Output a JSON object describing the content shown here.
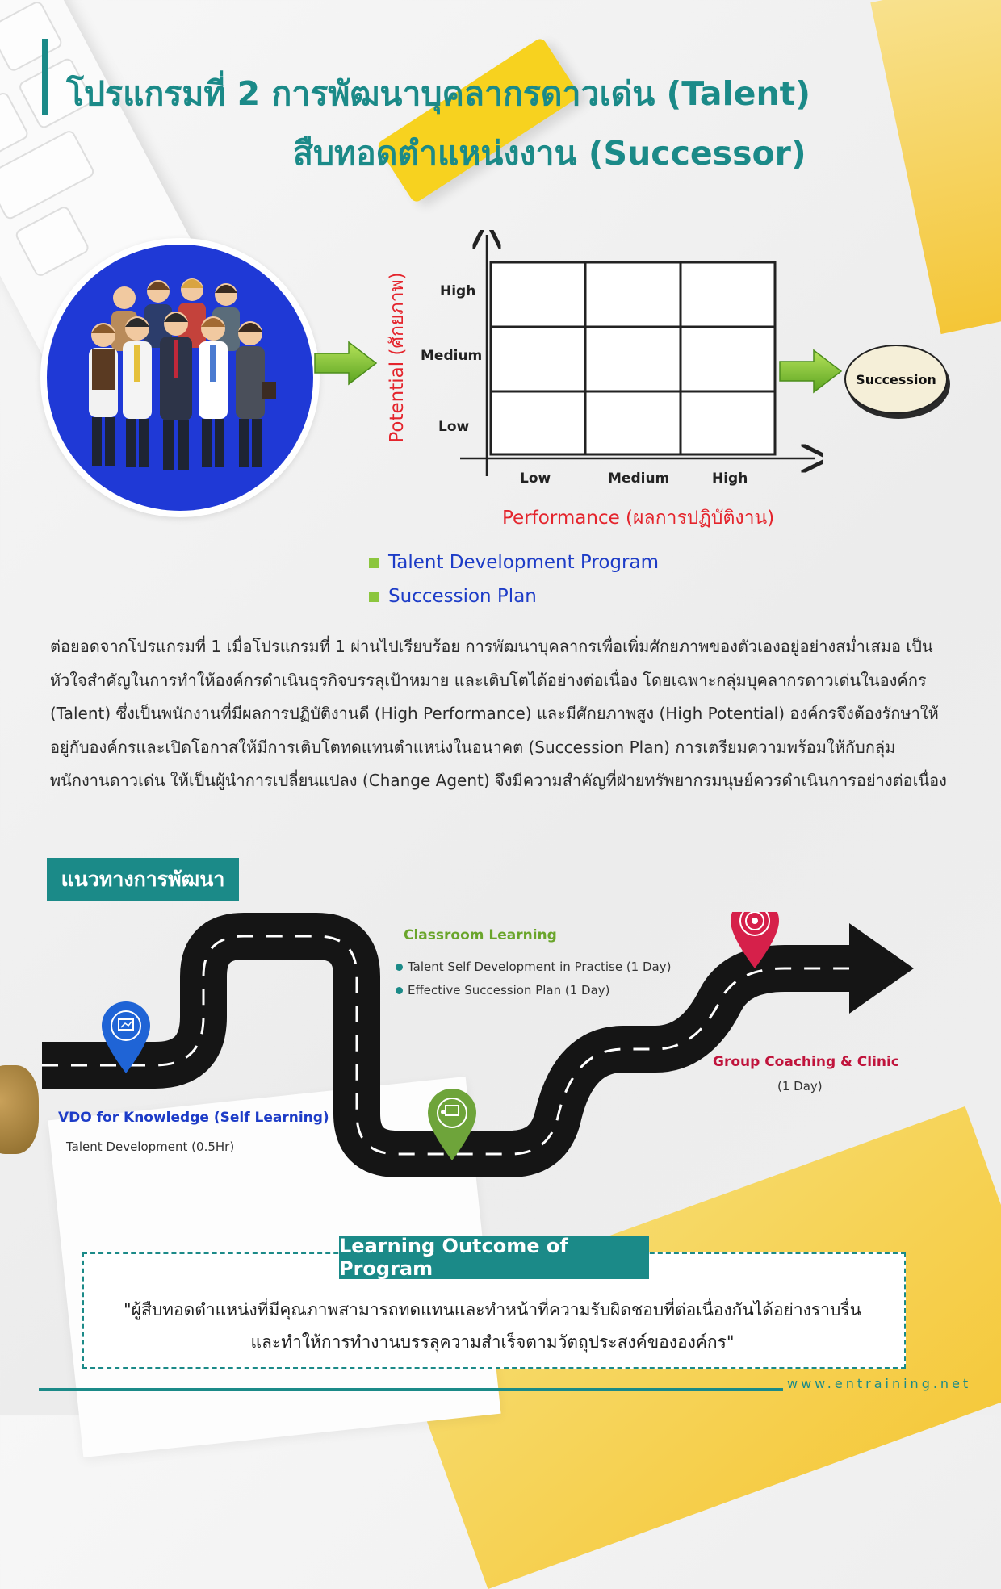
{
  "title": {
    "line1": "โปรแกรมที่ 2 การพัฒนาบุคลากรดาวเด่น (Talent)",
    "line2": "สืบทอดตำแหน่งงาน (Successor)"
  },
  "matrix": {
    "y_axis_label": "Potential (ศักยภาพ)",
    "x_axis_label": "Performance (ผลการปฏิบัติงาน)",
    "y_levels": [
      "High",
      "Medium",
      "Low"
    ],
    "x_levels": [
      "Low",
      "Medium",
      "High"
    ],
    "result_label": "Succession"
  },
  "programs": [
    "Talent Development Program",
    "Succession Plan"
  ],
  "intro_text": "ต่อยอดจากโปรแกรมที่ 1 เมื่อโปรแกรมที่ 1 ผ่านไปเรียบร้อย การพัฒนาบุคลากรเพื่อเพิ่มศักยภาพของตัวเองอยู่อย่างสม่ำเสมอ เป็นหัวใจสำคัญในการทำให้องค์กรดำเนินธุรกิจบรรลุเป้าหมาย และเติบโตได้อย่างต่อเนื่อง โดยเฉพาะกลุ่มบุคลากรดาวเด่นในองค์กร (Talent) ซึ่งเป็นพนักงานที่มีผลการปฏิบัติงานดี (High Performance) และมีศักยภาพสูง (High Potential) องค์กรจึงต้องรักษาให้อยู่กับองค์กรและเปิดโอกาสให้มีการเติบโตทดแทนตำแหน่งในอนาคต (Succession Plan) การเตรียมความพร้อมให้กับกลุ่มพนักงานดาวเด่น ให้เป็นผู้นำการเปลี่ยนแปลง (Change Agent) จึงมีความสำคัญที่ฝ่ายทรัพยากรมนุษย์ควรดำเนินการอย่างต่อเนื่อง",
  "guideline": {
    "heading": "แนวทางการพัฒนา",
    "step1": {
      "title": "VDO for Knowledge (Self Learning)",
      "detail": "Talent Development (0.5Hr)"
    },
    "step2": {
      "title": "Classroom Learning",
      "items": [
        "Talent Self Development in Practise (1 Day)",
        "Effective Succession Plan (1 Day)"
      ]
    },
    "step3": {
      "title": "Group Coaching & Clinic",
      "detail": "(1 Day)"
    }
  },
  "outcome": {
    "heading": "Learning Outcome of Program",
    "quote_line1": "\"ผู้สืบทอดตำแหน่งที่มีคุณภาพสามารถทดแทนและทำหน้าที่ความรับผิดชอบที่ต่อเนื่องกันได้อย่างราบรื่น",
    "quote_line2": "และทำให้การทำงานบรรลุความสำเร็จตามวัตถุประสงค์ขององค์กร\""
  },
  "footer": {
    "url": "www.entraining.net"
  },
  "colors": {
    "teal": "#1b8a88",
    "red": "#e4242c",
    "blue": "#1d3cc7",
    "green": "#6aa52b",
    "crimson": "#c0143c"
  },
  "icons": [
    "presentation-icon",
    "teacher-board-icon",
    "target-icon",
    "green-arrow-icon"
  ]
}
